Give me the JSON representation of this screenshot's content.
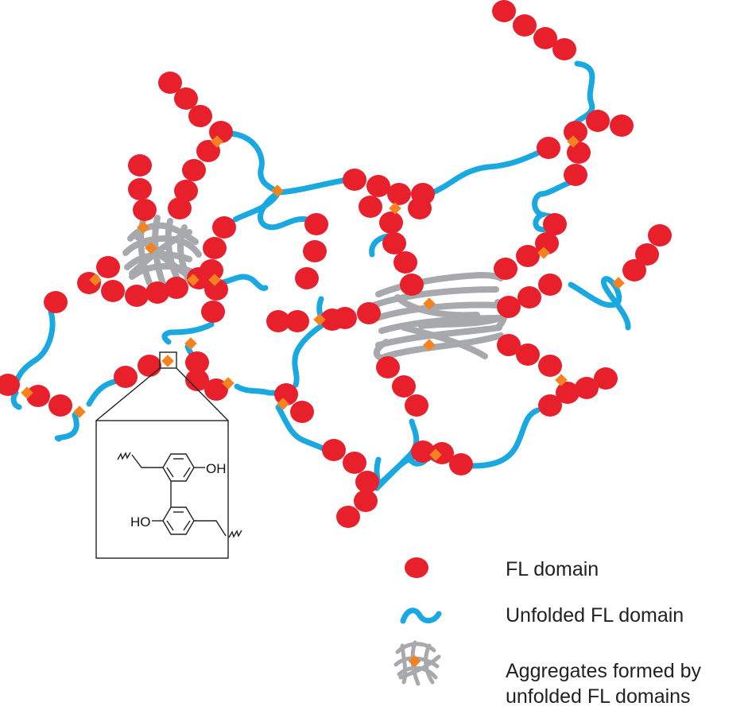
{
  "colors": {
    "fl_domain": "#e8202b",
    "unfolded": "#19a8e0",
    "crosslink": "#f58220",
    "aggregate": "#a7a9ac",
    "line": "#222222",
    "background": "#ffffff"
  },
  "legend": {
    "fl_domain": "FL domain",
    "unfolded": "Unfolded FL domain",
    "aggregates": "Aggregates formed by\nunfolded FL domains"
  },
  "inset": {
    "group_top": "OH",
    "group_bottom": "HO"
  }
}
